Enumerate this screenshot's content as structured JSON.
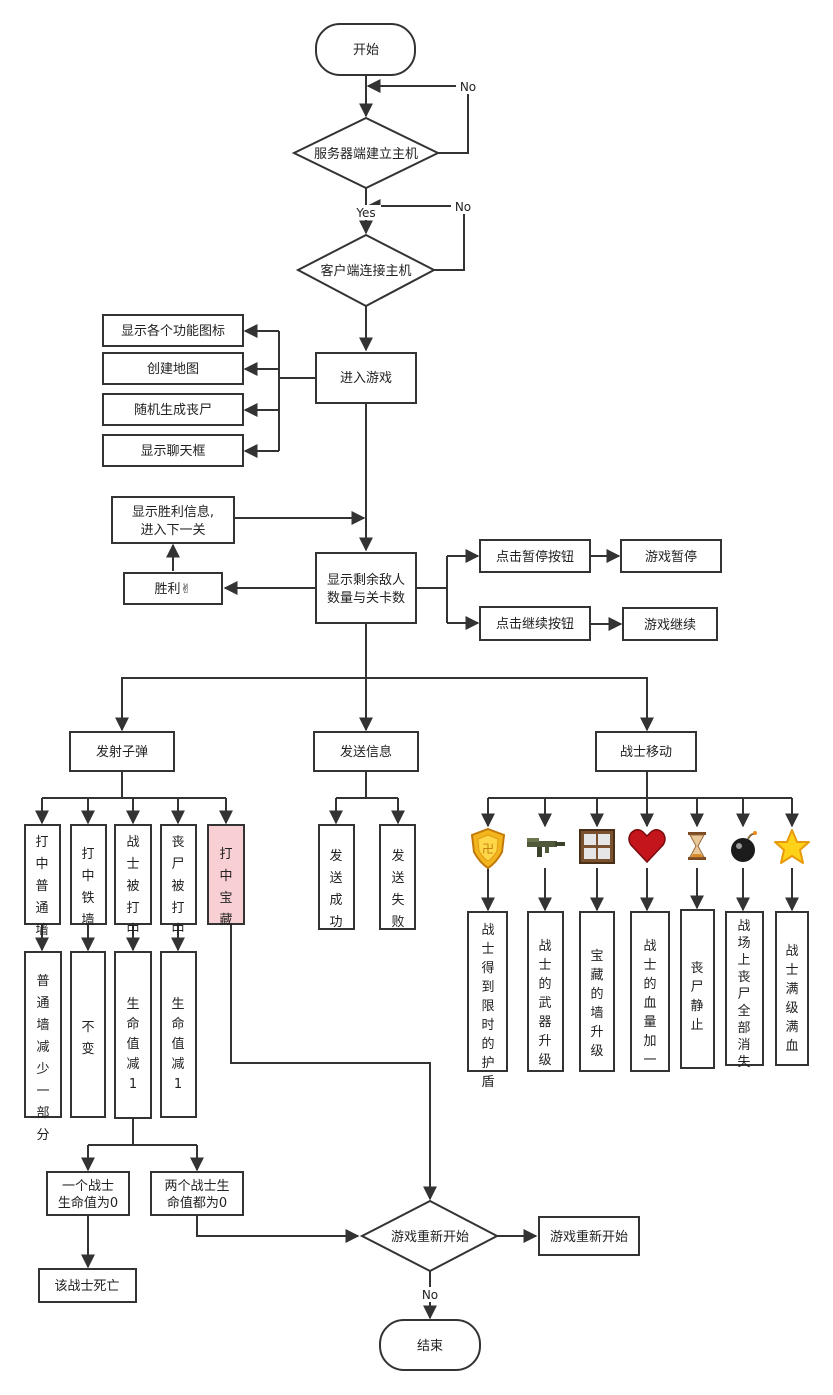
{
  "nodes": {
    "start": "开始",
    "server": "服务器端建立主机",
    "client": "客户端连接主机",
    "enter": "进入游戏",
    "icons": "显示各个功能图标",
    "map": "创建地图",
    "zombies": "随机生成丧尸",
    "chat": "显示聊天框",
    "win_info": [
      "显示胜利信息,",
      "进入下一关"
    ],
    "win": "胜利✌",
    "remain": [
      "显示剩余敌人",
      "数量与关卡数"
    ],
    "pause_btn": "点击暂停按钮",
    "pause": "游戏暂停",
    "resume_btn": "点击继续按钮",
    "resume": "游戏继续",
    "shoot": "发射子弹",
    "send": "发送信息",
    "move": "战士移动",
    "hit_wall": "打中普通墙",
    "hit_iron": "打中铁墙",
    "warrior_hit": "战士被打中",
    "zombie_hit": "丧尸被打中",
    "hit_treasure": "打中宝藏",
    "send_ok": "发送成功",
    "send_fail": "发送失败",
    "wall_less": "普通墙减少一部分",
    "no_change": "不变",
    "hp_minus": "生命值减1",
    "zhp_minus": "生命值减1",
    "one_zero": [
      "一个战士",
      "生命值为0"
    ],
    "two_zero": [
      "两个战士生",
      "命值都为0"
    ],
    "die": "该战士死亡",
    "restart_q": "游戏重新开始",
    "restart": "游戏重新开始",
    "end": "结束",
    "shield": "战士得到限时的护盾",
    "weapon": "战士的武器升级",
    "twall": "宝藏的墙升级",
    "blood": "战士的血量加一",
    "freeze": "丧尸静止",
    "clear": "战场上丧尸全部消失",
    "full": "战士满级满血"
  },
  "labels": {
    "no1": "No",
    "no2": "No",
    "yes": "Yes",
    "no3": "No"
  },
  "powerups": [
    {
      "icon": "shield-icon",
      "label": "战士得到限时的护盾"
    },
    {
      "icon": "gun-icon",
      "label": "战士的武器升级"
    },
    {
      "icon": "wall-icon",
      "label": "宝藏的墙升级"
    },
    {
      "icon": "heart-icon",
      "label": "战士的血量加一"
    },
    {
      "icon": "hourglass-icon",
      "label": "丧尸静止"
    },
    {
      "icon": "bomb-icon",
      "label": "战场上丧尸全部消失"
    },
    {
      "icon": "star-icon",
      "label": "战士满级满血"
    }
  ],
  "colors": {
    "stroke": "#333333",
    "treasure_fill": "#f8cfd2"
  }
}
